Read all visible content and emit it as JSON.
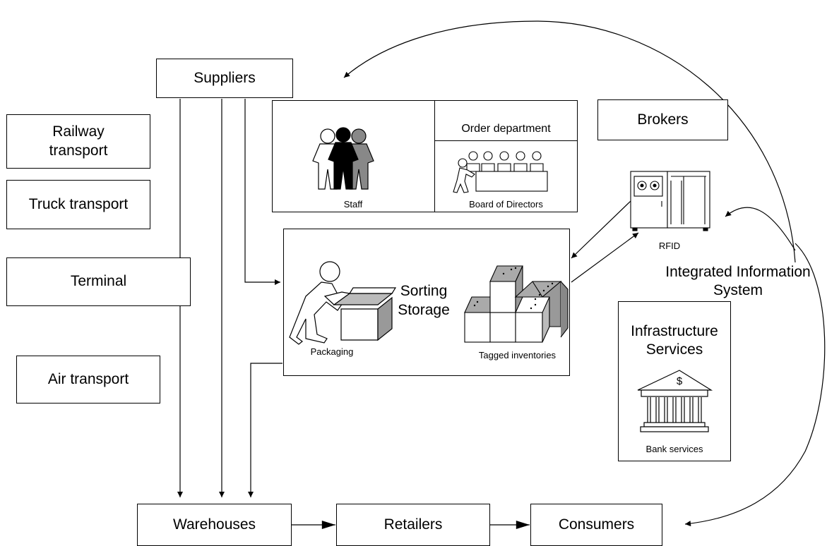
{
  "labels": {
    "suppliers": "Suppliers",
    "railway": "Railway transport",
    "truck": "Truck transport",
    "terminal": "Terminal",
    "air": "Air transport",
    "brokers": "Brokers",
    "staff": "Staff",
    "order_department": "Order department",
    "board": "Board of Directors",
    "rfid": "RFID",
    "integrated": "Integrated Information System",
    "sorting": "Sorting",
    "storage": "Storage",
    "packaging": "Packaging",
    "tagged": "Tagged inventories",
    "infrastructure": "Infrastructure Services",
    "bank": "Bank services",
    "dollar": "$",
    "warehouses": "Warehouses",
    "retailers": "Retailers",
    "consumers": "Consumers"
  },
  "icons": {
    "staff": "people-group-icon",
    "board": "meeting-table-icon",
    "rfid": "rfid-server-icon",
    "packaging": "person-with-box-icon",
    "tagged": "stacked-boxes-icon",
    "bank": "bank-building-icon"
  }
}
